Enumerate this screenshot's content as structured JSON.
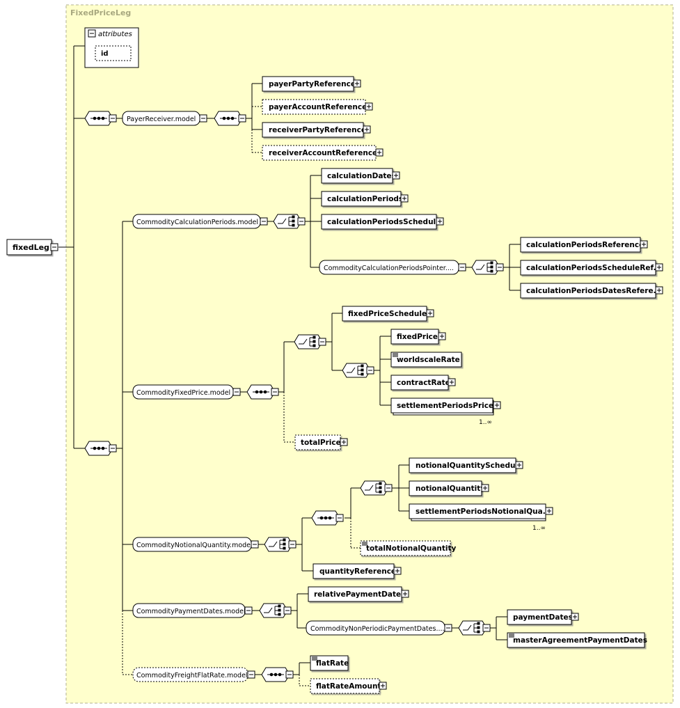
{
  "container_title": "FixedPriceLeg",
  "attributes_label": "attributes",
  "attribute_id": "id",
  "root": "fixedLeg",
  "groups": {
    "payer_receiver": "PayerReceiver.model",
    "calc_periods": "CommodityCalculationPeriods.model",
    "calc_periods_pointer": "CommodityCalculationPeriodsPointer....",
    "fixed_price": "CommodityFixedPrice.model",
    "notional_quantity": "CommodityNotionalQuantity.model",
    "payment_dates": "CommodityPaymentDates.model",
    "non_periodic_payment_dates": "CommodityNonPeriodicPaymentDates....",
    "freight_flat_rate": "CommodityFreightFlatRate.model"
  },
  "elements": {
    "payerPartyReference": "payerPartyReference",
    "payerAccountReference": "payerAccountReference",
    "receiverPartyReference": "receiverPartyReference",
    "receiverAccountReference": "receiverAccountReference",
    "calculationDates": "calculationDates",
    "calculationPeriods": "calculationPeriods",
    "calculationPeriodsSchedule": "calculationPeriodsSchedule",
    "calculationPeriodsReference": "calculationPeriodsReference",
    "calculationPeriodsScheduleRef": "calculationPeriodsScheduleRef...",
    "calculationPeriodsDatesRef": "calculationPeriodsDatesRefere...",
    "fixedPriceSchedule": "fixedPriceSchedule",
    "fixedPrice": "fixedPrice",
    "worldscaleRate": "worldscaleRate",
    "contractRate": "contractRate",
    "settlementPeriodsPrice": "settlementPeriodsPrice",
    "totalPrice": "totalPrice",
    "notionalQuantitySchedule": "notionalQuantitySchedule",
    "notionalQuantity": "notionalQuantity",
    "settlementPeriodsNotionalQuantity": "settlementPeriodsNotionalQua...",
    "totalNotionalQuantity": "totalNotionalQuantity",
    "quantityReference": "quantityReference",
    "relativePaymentDates": "relativePaymentDates",
    "paymentDates": "paymentDates",
    "masterAgreementPaymentDates": "masterAgreementPaymentDates",
    "flatRate": "flatRate",
    "flatRateAmount": "flatRateAmount"
  },
  "cardinality": {
    "settlementPeriodsPrice": "1..∞",
    "settlementPeriodsNotionalQuantity": "1..∞"
  },
  "colors": {
    "container_fill": "#ffffcc",
    "container_border": "#b0b090",
    "title": "#a8a880",
    "element_fill": "#ffffff",
    "line": "#000000"
  }
}
